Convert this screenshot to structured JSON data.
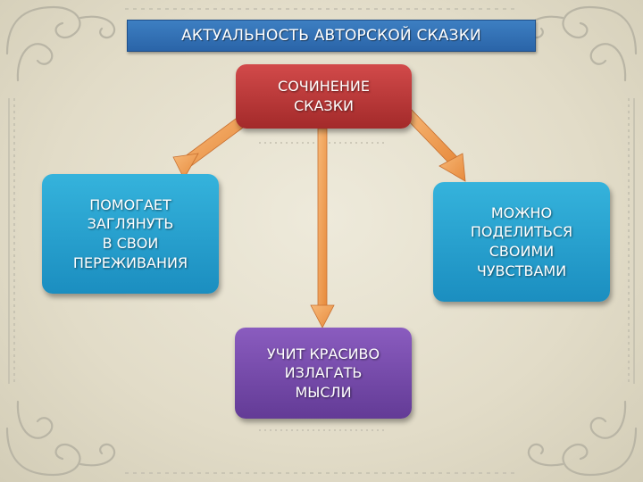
{
  "title": "АКТУАЛЬНОСТЬ  АВТОРСКОЙ СКАЗКИ",
  "nodes": {
    "top": "СОЧИНЕНИЕ\nСКАЗКИ",
    "left": "ПОМОГАЕТ\nЗАГЛЯНУТЬ\nВ СВОИ\nПЕРЕЖИВАНИЯ",
    "right": "МОЖНО\nПОДЕЛИТЬСЯ\nСВОИМИ\nЧУВСТВАМИ",
    "bottom": "УЧИТ КРАСИВО\nИЗЛАГАТЬ\nМЫСЛИ"
  },
  "colors": {
    "title_bar": "#2f6db3",
    "top_box": "#b83636",
    "side_boxes": "#28a3d3",
    "bottom_box": "#74489f",
    "arrows": "#f2a25a",
    "background": "#e4dfcc",
    "ornament": "#b7b3a3"
  },
  "decorations": {
    "ornament": "ornamental-scroll-frame"
  }
}
